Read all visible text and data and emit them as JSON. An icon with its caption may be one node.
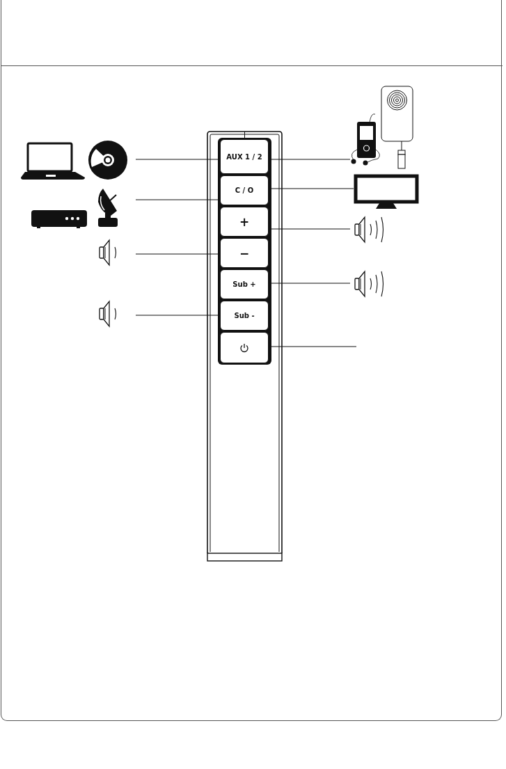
{
  "diagram": {
    "nodes": [
      {
        "text": [],
        "shape": "box"
      },
      {
        "text": [
          "AUX 1 / 2"
        ],
        "in": 0
      },
      {
        "text": [
          "C / O"
        ],
        "in": 0
      },
      {
        "text": [
          "+"
        ],
        "in": 0
      },
      {
        "text": [
          "−"
        ],
        "in": 0
      },
      {
        "text": [
          "Sub +"
        ],
        "in": 0
      },
      {
        "text": [
          "Sub -"
        ],
        "in": 0
      },
      {
        "text": [],
        "shape": "box",
        "in": 0
      },
      {
        "text": [],
        "shape": "picture"
      },
      {
        "text": [],
        "shape": "picture"
      },
      {
        "text": [],
        "shape": "picture"
      },
      {
        "text": [],
        "shape": "picture"
      },
      {
        "text": [],
        "shape": "picture"
      },
      {
        "text": [],
        "shape": "screen"
      },
      {
        "text": [],
        "shape": "picture"
      },
      {
        "text": [],
        "shape": "picture"
      }
    ],
    "edges": [
      {
        "from": 8,
        "to": 1,
        "arrow": "none"
      },
      {
        "from": 9,
        "to": 2,
        "arrow": "none"
      },
      {
        "from": 10,
        "to": 4,
        "arrow": "none"
      },
      {
        "from": 11,
        "to": 6,
        "arrow": "none"
      },
      {
        "from": 1,
        "to": 12,
        "arrow": "none"
      },
      {
        "from": 2,
        "to": 13,
        "arrow": "none"
      },
      {
        "from": 3,
        "to": 14,
        "arrow": "none"
      },
      {
        "from": 5,
        "to": 15,
        "arrow": "none"
      },
      {
        "from": 7,
        "to": null,
        "arrow": "none"
      }
    ]
  }
}
